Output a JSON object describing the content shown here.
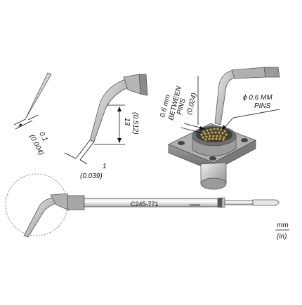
{
  "tip_thickness": {
    "mm": "0.1",
    "in": "(0.004)"
  },
  "tip_width": {
    "mm": "1",
    "in": "(0.039)"
  },
  "tip_length": {
    "mm": "13",
    "in": "(0.512)"
  },
  "pin_spacing": {
    "mm": "0.6 mm",
    "caption": "BETWEEN",
    "caption2": "PINS",
    "in": "(0.024)"
  },
  "pin_diameter": {
    "label": "ϕ 0.6 MM",
    "caption": "PINS"
  },
  "cartridge": {
    "model": "C245-771",
    "serial": "xxxxxx"
  },
  "units": {
    "primary": "mm",
    "secondary": "(in)"
  },
  "colors": {
    "metal_light": "#e4e4e4",
    "metal_mid": "#bdbdbd",
    "metal_dark": "#8a8a8a",
    "connector_pins": "#c9a94a",
    "line": "#111111"
  }
}
